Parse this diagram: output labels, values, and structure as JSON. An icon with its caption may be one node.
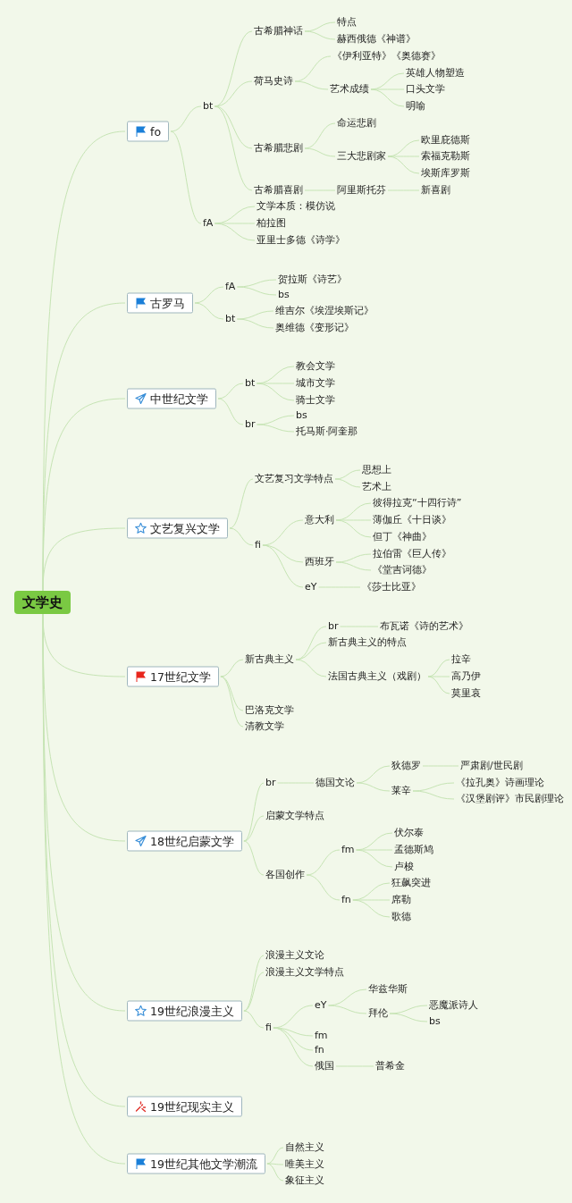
{
  "diagram": {
    "nodes": [
      {
        "text": [
          "文学史"
        ]
      },
      {
        "text": [
          "fo"
        ]
      },
      {
        "text": [
          "bt"
        ]
      },
      {
        "text": [
          "古希腊神话"
        ]
      },
      {
        "text": [
          "特点"
        ]
      },
      {
        "text": [
          "赫西俄德《神谱》"
        ]
      },
      {
        "text": [
          "荷马史诗"
        ]
      },
      {
        "text": [
          "《伊利亚特》《奥德赛》"
        ]
      },
      {
        "text": [
          "艺术成绩"
        ]
      },
      {
        "text": [
          "英雄人物塑造"
        ]
      },
      {
        "text": [
          "口头文学"
        ]
      },
      {
        "text": [
          "明喻"
        ]
      },
      {
        "text": [
          "古希腊悲剧"
        ]
      },
      {
        "text": [
          "命运悲剧"
        ]
      },
      {
        "text": [
          "三大悲剧家"
        ]
      },
      {
        "text": [
          "欧里庇德斯"
        ]
      },
      {
        "text": [
          "索福克勒斯"
        ]
      },
      {
        "text": [
          "埃斯库罗斯"
        ]
      },
      {
        "text": [
          "古希腊喜剧"
        ]
      },
      {
        "text": [
          "阿里斯托芬"
        ]
      },
      {
        "text": [
          "新喜剧"
        ]
      },
      {
        "text": [
          "fA"
        ]
      },
      {
        "text": [
          "文学本质：模仿说"
        ]
      },
      {
        "text": [
          "柏拉图"
        ]
      },
      {
        "text": [
          "亚里士多德《诗学》"
        ]
      },
      {
        "text": [
          "古罗马"
        ]
      },
      {
        "text": [
          "fA"
        ]
      },
      {
        "text": [
          "贺拉斯《诗艺》"
        ]
      },
      {
        "text": [
          "bs"
        ]
      },
      {
        "text": [
          "bt"
        ]
      },
      {
        "text": [
          "维吉尔《埃涅埃斯记》"
        ]
      },
      {
        "text": [
          "奥维德《变形记》"
        ]
      },
      {
        "text": [
          "中世纪文学"
        ]
      },
      {
        "text": [
          "bt"
        ]
      },
      {
        "text": [
          "教会文学"
        ]
      },
      {
        "text": [
          "城市文学"
        ]
      },
      {
        "text": [
          "骑士文学"
        ]
      },
      {
        "text": [
          "br"
        ]
      },
      {
        "text": [
          "bs"
        ]
      },
      {
        "text": [
          "托马斯·阿奎那"
        ]
      },
      {
        "text": [
          "文艺复兴文学"
        ]
      },
      {
        "text": [
          "文艺复习文学特点"
        ]
      },
      {
        "text": [
          "思想上"
        ]
      },
      {
        "text": [
          "艺术上"
        ]
      },
      {
        "text": [
          "fi"
        ]
      },
      {
        "text": [
          "意大利"
        ]
      },
      {
        "text": [
          "彼得拉克“十四行诗”"
        ]
      },
      {
        "text": [
          "薄伽丘《十日谈》"
        ]
      },
      {
        "text": [
          "但丁《神曲》"
        ]
      },
      {
        "text": [
          "西班牙"
        ]
      },
      {
        "text": [
          "拉伯雷《巨人传》"
        ]
      },
      {
        "text": [
          "《堂吉诃德》"
        ]
      },
      {
        "text": [
          "eY"
        ]
      },
      {
        "text": [
          "《莎士比亚》"
        ]
      },
      {
        "text": [
          "17世纪文学"
        ]
      },
      {
        "text": [
          "新古典主义"
        ]
      },
      {
        "text": [
          "br"
        ]
      },
      {
        "text": [
          "布瓦诺《诗的艺术》"
        ]
      },
      {
        "text": [
          "新古典主义的特点"
        ]
      },
      {
        "text": [
          "法国古典主义（戏剧）"
        ]
      },
      {
        "text": [
          "拉辛"
        ]
      },
      {
        "text": [
          "高乃伊"
        ]
      },
      {
        "text": [
          "莫里哀"
        ]
      },
      {
        "text": [
          "巴洛克文学"
        ]
      },
      {
        "text": [
          "清教文学"
        ]
      },
      {
        "text": [
          "18世纪启蒙文学"
        ]
      },
      {
        "text": [
          "br"
        ]
      },
      {
        "text": [
          "德国文论"
        ]
      },
      {
        "text": [
          "狄德罗"
        ]
      },
      {
        "text": [
          "严肃剧/世民剧"
        ]
      },
      {
        "text": [
          "莱辛"
        ]
      },
      {
        "text": [
          "《拉孔奥》诗画理论"
        ]
      },
      {
        "text": [
          "《汉堡剧评》市民剧理论"
        ]
      },
      {
        "text": [
          "启蒙文学特点"
        ]
      },
      {
        "text": [
          "各国创作"
        ]
      },
      {
        "text": [
          "fm"
        ]
      },
      {
        "text": [
          "伏尔泰"
        ]
      },
      {
        "text": [
          "孟德斯鸠"
        ]
      },
      {
        "text": [
          "卢梭"
        ]
      },
      {
        "text": [
          "fn"
        ]
      },
      {
        "text": [
          "狂飙突进"
        ]
      },
      {
        "text": [
          "席勒"
        ]
      },
      {
        "text": [
          "歌德"
        ]
      },
      {
        "text": [
          "19世纪浪漫主义"
        ]
      },
      {
        "text": [
          "浪漫主义文论"
        ]
      },
      {
        "text": [
          "浪漫主义文学特点"
        ]
      },
      {
        "text": [
          "fi"
        ]
      },
      {
        "text": [
          "eY"
        ]
      },
      {
        "text": [
          "华兹华斯"
        ]
      },
      {
        "text": [
          "拜伦"
        ]
      },
      {
        "text": [
          "恶魔派诗人"
        ]
      },
      {
        "text": [
          "bs"
        ]
      },
      {
        "text": [
          "fm"
        ]
      },
      {
        "text": [
          "fn"
        ]
      },
      {
        "text": [
          "俄国"
        ]
      },
      {
        "text": [
          "普希金"
        ]
      },
      {
        "text": [
          "19世纪现实主义"
        ]
      },
      {
        "text": [
          "19世纪其他文学潮流"
        ]
      },
      {
        "text": [
          "自然主义"
        ]
      },
      {
        "text": [
          "唯美主义"
        ]
      },
      {
        "text": [
          "象征主义"
        ]
      }
    ],
    "edges": [
      {
        "from": 0,
        "to": 1,
        "arrow": "none"
      },
      {
        "from": 1,
        "to": 2,
        "arrow": "none"
      },
      {
        "from": 2,
        "to": 3,
        "arrow": "none"
      },
      {
        "from": 3,
        "to": 4,
        "arrow": "none"
      },
      {
        "from": 3,
        "to": 5,
        "arrow": "none"
      },
      {
        "from": 2,
        "to": 6,
        "arrow": "none"
      },
      {
        "from": 6,
        "to": 7,
        "arrow": "none"
      },
      {
        "from": 6,
        "to": 8,
        "arrow": "none"
      },
      {
        "from": 8,
        "to": 9,
        "arrow": "none"
      },
      {
        "from": 8,
        "to": 10,
        "arrow": "none"
      },
      {
        "from": 8,
        "to": 11,
        "arrow": "none"
      },
      {
        "from": 2,
        "to": 12,
        "arrow": "none"
      },
      {
        "from": 12,
        "to": 13,
        "arrow": "none"
      },
      {
        "from": 12,
        "to": 14,
        "arrow": "none"
      },
      {
        "from": 14,
        "to": 15,
        "arrow": "none"
      },
      {
        "from": 14,
        "to": 16,
        "arrow": "none"
      },
      {
        "from": 14,
        "to": 17,
        "arrow": "none"
      },
      {
        "from": 2,
        "to": 18,
        "arrow": "none"
      },
      {
        "from": 18,
        "to": 19,
        "arrow": "none"
      },
      {
        "from": 19,
        "to": 20,
        "arrow": "none"
      },
      {
        "from": 1,
        "to": 21,
        "arrow": "none"
      },
      {
        "from": 21,
        "to": 22,
        "arrow": "none"
      },
      {
        "from": 21,
        "to": 23,
        "arrow": "none"
      },
      {
        "from": 21,
        "to": 24,
        "arrow": "none"
      },
      {
        "from": 0,
        "to": 25,
        "arrow": "none"
      },
      {
        "from": 25,
        "to": 26,
        "arrow": "none"
      },
      {
        "from": 26,
        "to": 27,
        "arrow": "none"
      },
      {
        "from": 26,
        "to": 28,
        "arrow": "none"
      },
      {
        "from": 25,
        "to": 29,
        "arrow": "none"
      },
      {
        "from": 29,
        "to": 30,
        "arrow": "none"
      },
      {
        "from": 29,
        "to": 31,
        "arrow": "none"
      },
      {
        "from": 0,
        "to": 32,
        "arrow": "none"
      },
      {
        "from": 32,
        "to": 33,
        "arrow": "none"
      },
      {
        "from": 33,
        "to": 34,
        "arrow": "none"
      },
      {
        "from": 33,
        "to": 35,
        "arrow": "none"
      },
      {
        "from": 33,
        "to": 36,
        "arrow": "none"
      },
      {
        "from": 32,
        "to": 37,
        "arrow": "none"
      },
      {
        "from": 37,
        "to": 38,
        "arrow": "none"
      },
      {
        "from": 37,
        "to": 39,
        "arrow": "none"
      },
      {
        "from": 0,
        "to": 40,
        "arrow": "none"
      },
      {
        "from": 40,
        "to": 41,
        "arrow": "none"
      },
      {
        "from": 41,
        "to": 42,
        "arrow": "none"
      },
      {
        "from": 41,
        "to": 43,
        "arrow": "none"
      },
      {
        "from": 40,
        "to": 44,
        "arrow": "none"
      },
      {
        "from": 44,
        "to": 45,
        "arrow": "none"
      },
      {
        "from": 45,
        "to": 46,
        "arrow": "none"
      },
      {
        "from": 45,
        "to": 47,
        "arrow": "none"
      },
      {
        "from": 45,
        "to": 48,
        "arrow": "none"
      },
      {
        "from": 44,
        "to": 49,
        "arrow": "none"
      },
      {
        "from": 49,
        "to": 50,
        "arrow": "none"
      },
      {
        "from": 49,
        "to": 51,
        "arrow": "none"
      },
      {
        "from": 44,
        "to": 52,
        "arrow": "none"
      },
      {
        "from": 52,
        "to": 53,
        "arrow": "none"
      },
      {
        "from": 0,
        "to": 54,
        "arrow": "none"
      },
      {
        "from": 54,
        "to": 55,
        "arrow": "none"
      },
      {
        "from": 55,
        "to": 56,
        "arrow": "none"
      },
      {
        "from": 56,
        "to": 57,
        "arrow": "none"
      },
      {
        "from": 55,
        "to": 58,
        "arrow": "none"
      },
      {
        "from": 55,
        "to": 59,
        "arrow": "none"
      },
      {
        "from": 59,
        "to": 60,
        "arrow": "none"
      },
      {
        "from": 59,
        "to": 61,
        "arrow": "none"
      },
      {
        "from": 59,
        "to": 62,
        "arrow": "none"
      },
      {
        "from": 54,
        "to": 63,
        "arrow": "none"
      },
      {
        "from": 54,
        "to": 64,
        "arrow": "none"
      },
      {
        "from": 0,
        "to": 65,
        "arrow": "none"
      },
      {
        "from": 65,
        "to": 66,
        "arrow": "none"
      },
      {
        "from": 66,
        "to": 67,
        "arrow": "none"
      },
      {
        "from": 67,
        "to": 68,
        "arrow": "none"
      },
      {
        "from": 68,
        "to": 69,
        "arrow": "none"
      },
      {
        "from": 67,
        "to": 70,
        "arrow": "none"
      },
      {
        "from": 70,
        "to": 71,
        "arrow": "none"
      },
      {
        "from": 70,
        "to": 72,
        "arrow": "none"
      },
      {
        "from": 65,
        "to": 73,
        "arrow": "none"
      },
      {
        "from": 65,
        "to": 74,
        "arrow": "none"
      },
      {
        "from": 74,
        "to": 75,
        "arrow": "none"
      },
      {
        "from": 75,
        "to": 76,
        "arrow": "none"
      },
      {
        "from": 75,
        "to": 77,
        "arrow": "none"
      },
      {
        "from": 75,
        "to": 78,
        "arrow": "none"
      },
      {
        "from": 74,
        "to": 79,
        "arrow": "none"
      },
      {
        "from": 79,
        "to": 80,
        "arrow": "none"
      },
      {
        "from": 79,
        "to": 81,
        "arrow": "none"
      },
      {
        "from": 79,
        "to": 82,
        "arrow": "none"
      },
      {
        "from": 0,
        "to": 83,
        "arrow": "none"
      },
      {
        "from": 83,
        "to": 84,
        "arrow": "none"
      },
      {
        "from": 83,
        "to": 85,
        "arrow": "none"
      },
      {
        "from": 83,
        "to": 86,
        "arrow": "none"
      },
      {
        "from": 86,
        "to": 87,
        "arrow": "none"
      },
      {
        "from": 87,
        "to": 88,
        "arrow": "none"
      },
      {
        "from": 87,
        "to": 89,
        "arrow": "none"
      },
      {
        "from": 89,
        "to": 90,
        "arrow": "none"
      },
      {
        "from": 89,
        "to": 91,
        "arrow": "none"
      },
      {
        "from": 86,
        "to": 92,
        "arrow": "none"
      },
      {
        "from": 86,
        "to": 93,
        "arrow": "none"
      },
      {
        "from": 86,
        "to": 94,
        "arrow": "none"
      },
      {
        "from": 94,
        "to": 95,
        "arrow": "none"
      },
      {
        "from": 0,
        "to": 96,
        "arrow": "none"
      },
      {
        "from": 0,
        "to": 97,
        "arrow": "none"
      },
      {
        "from": 97,
        "to": 98,
        "arrow": "none"
      },
      {
        "from": 97,
        "to": 99,
        "arrow": "none"
      },
      {
        "from": 97,
        "to": 100,
        "arrow": "none"
      }
    ]
  }
}
